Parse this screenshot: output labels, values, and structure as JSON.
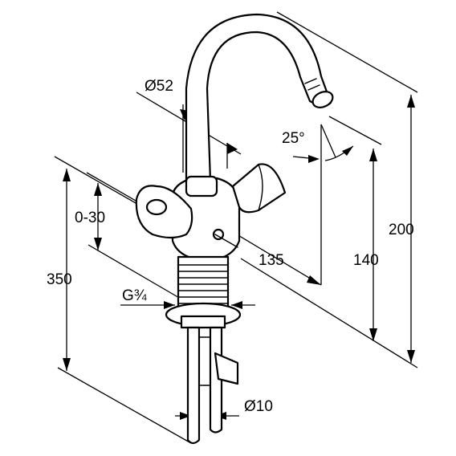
{
  "dimensions": {
    "outlet_diameter": "Ø52",
    "swivel_angle": "25°",
    "spout_height": "200",
    "spout_outlet_height": "140",
    "spout_reach": "135",
    "clamping_range": "0-30",
    "total_length": "350",
    "thread_size": "G¾",
    "hose_diameter": "Ø10"
  },
  "colors": {
    "line": "#000000",
    "background": "#ffffff"
  }
}
